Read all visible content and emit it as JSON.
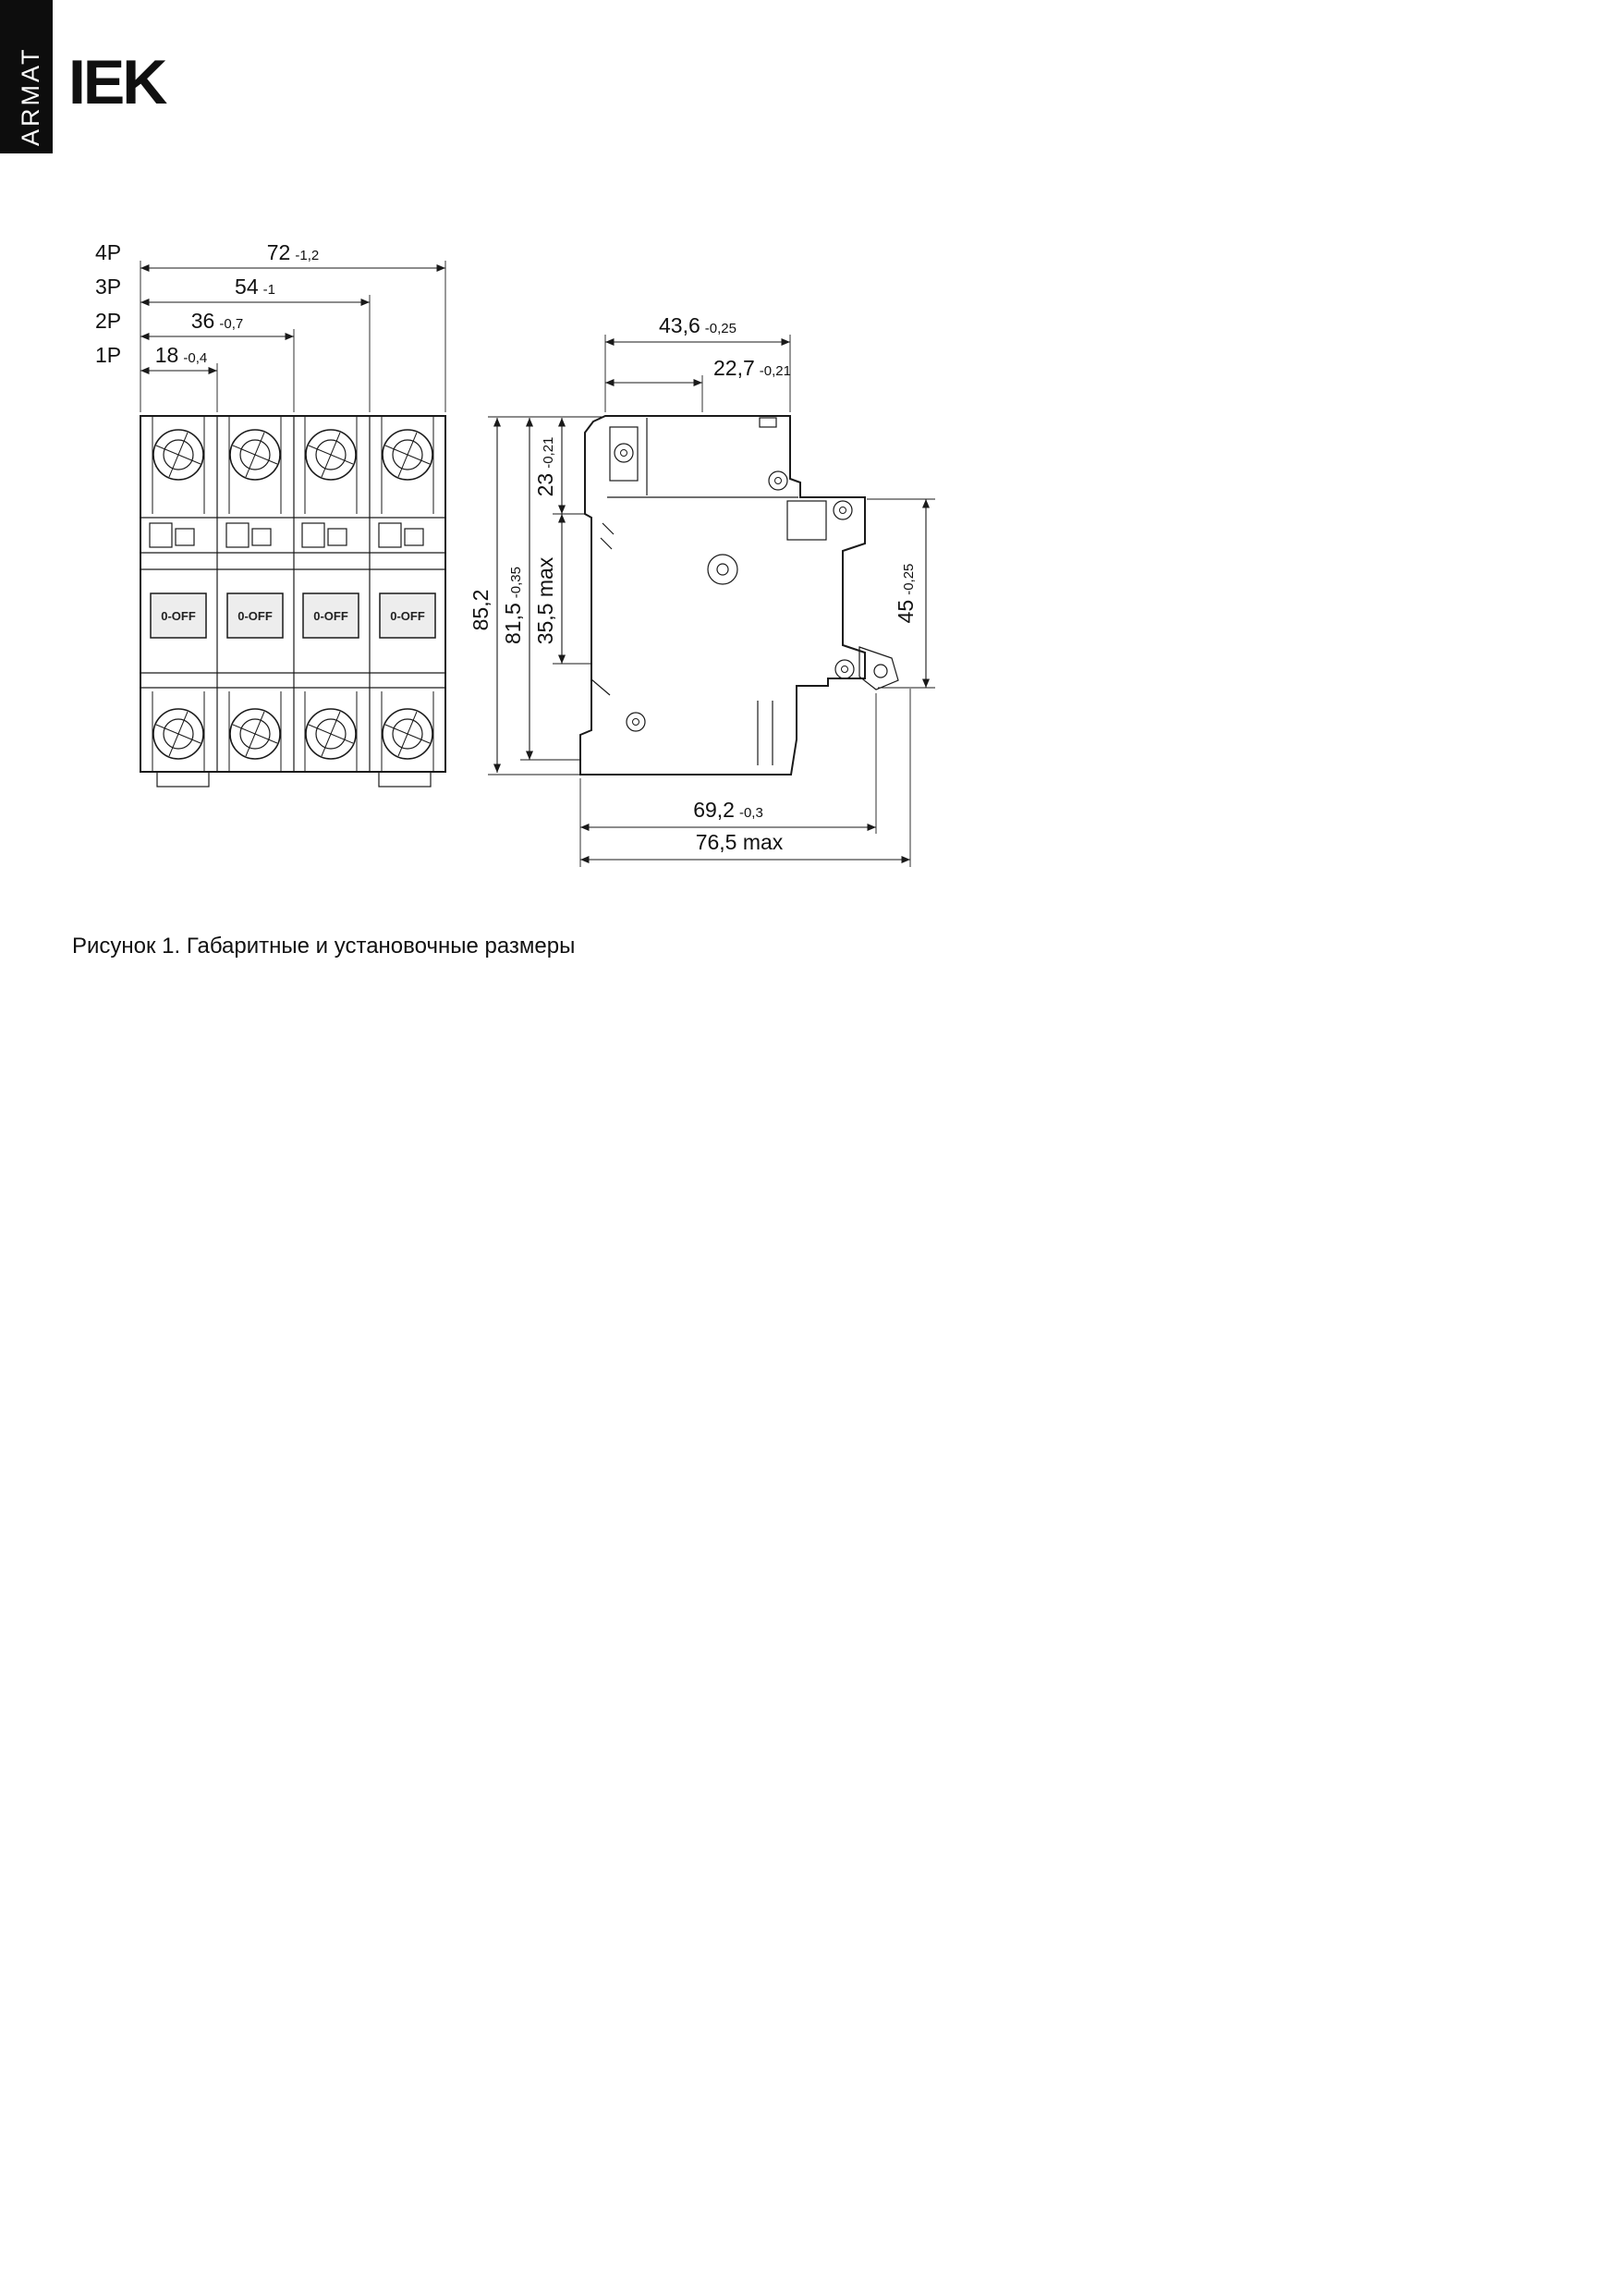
{
  "brand": {
    "logo": "IEK",
    "series": "ARMAT"
  },
  "caption": "Рисунок 1. Габаритные и установочные размеры",
  "front_view": {
    "switch_label": "0-OFF",
    "pole_dims": [
      {
        "pole": "4P",
        "value": "72",
        "tol": "-1,2"
      },
      {
        "pole": "3P",
        "value": "54",
        "tol": "-1"
      },
      {
        "pole": "2P",
        "value": "36",
        "tol": "-0,7"
      },
      {
        "pole": "1P",
        "value": "18",
        "tol": "-0,4"
      }
    ]
  },
  "side_view": {
    "dim_top_width": {
      "value": "43,6",
      "tol": "-0,25"
    },
    "dim_terminal_width": {
      "value": "22,7",
      "tol": "-0,21"
    },
    "dim_terminal_depth": {
      "value": "23",
      "tol": "-0,21"
    },
    "dim_height_total": {
      "value": "85,2",
      "tol": ""
    },
    "dim_height_body": {
      "value": "81,5",
      "tol": "-0,35"
    },
    "dim_depth_max": {
      "value": "35,5 max",
      "tol": ""
    },
    "dim_din_rail": {
      "value": "45",
      "tol": "-0,25"
    },
    "dim_bottom_width": {
      "value": "69,2",
      "tol": "-0,3"
    },
    "dim_bottom_max": {
      "value": "76,5 max",
      "tol": ""
    }
  }
}
